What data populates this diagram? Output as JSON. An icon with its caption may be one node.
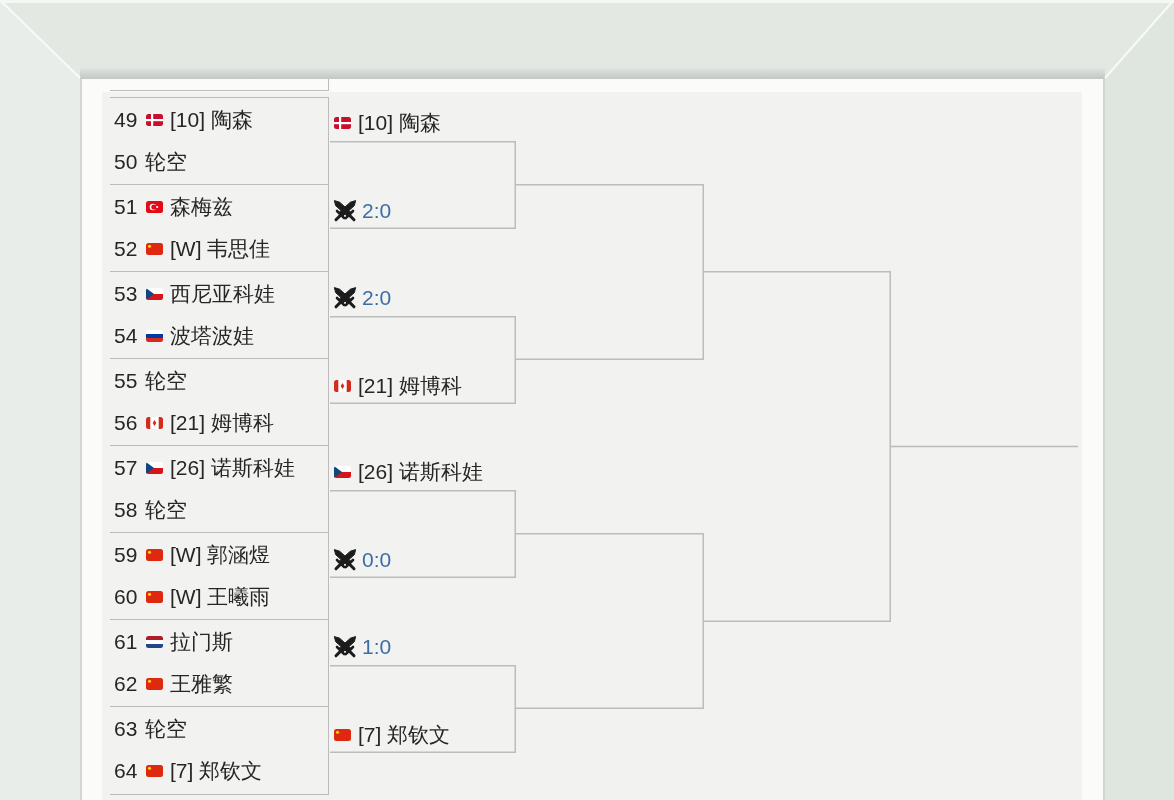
{
  "diagram": {
    "nodes": [
      {
        "text": [],
        "shape": "box"
      },
      {
        "text": [
          "49",
          "[10] 陶森",
          "50",
          "轮空"
        ]
      },
      {
        "text": [
          "51",
          "森梅兹",
          "52",
          "[W] 韦思佳"
        ]
      },
      {
        "text": [
          "53",
          "西尼亚科娃",
          "54",
          "波塔波娃"
        ]
      },
      {
        "text": [
          "55",
          "轮空",
          "56",
          "[21] 姆博科"
        ]
      },
      {
        "text": [
          "57",
          "[26] 诺斯科娃",
          "58",
          "轮空"
        ]
      },
      {
        "text": [
          "59",
          "[W] 郭涵煜",
          "60",
          "[W] 王曦雨"
        ]
      },
      {
        "text": [
          "61",
          "拉门斯",
          "62",
          "王雅繁"
        ]
      },
      {
        "text": [
          "63",
          "轮空",
          "64",
          "[7] 郑钦文"
        ]
      },
      {
        "text": [
          "[10] 陶森",
          "2:0"
        ]
      },
      {
        "text": [
          "2:0",
          "[21] 姆博科"
        ]
      },
      {
        "text": [
          "[26] 诺斯科娃",
          "0:0"
        ]
      },
      {
        "text": [
          "1:0",
          "[7] 郑钦文"
        ]
      },
      {
        "text": [],
        "shape": "bracket"
      },
      {
        "text": [],
        "shape": "bracket"
      },
      {
        "text": [],
        "shape": "bracket"
      }
    ]
  }
}
